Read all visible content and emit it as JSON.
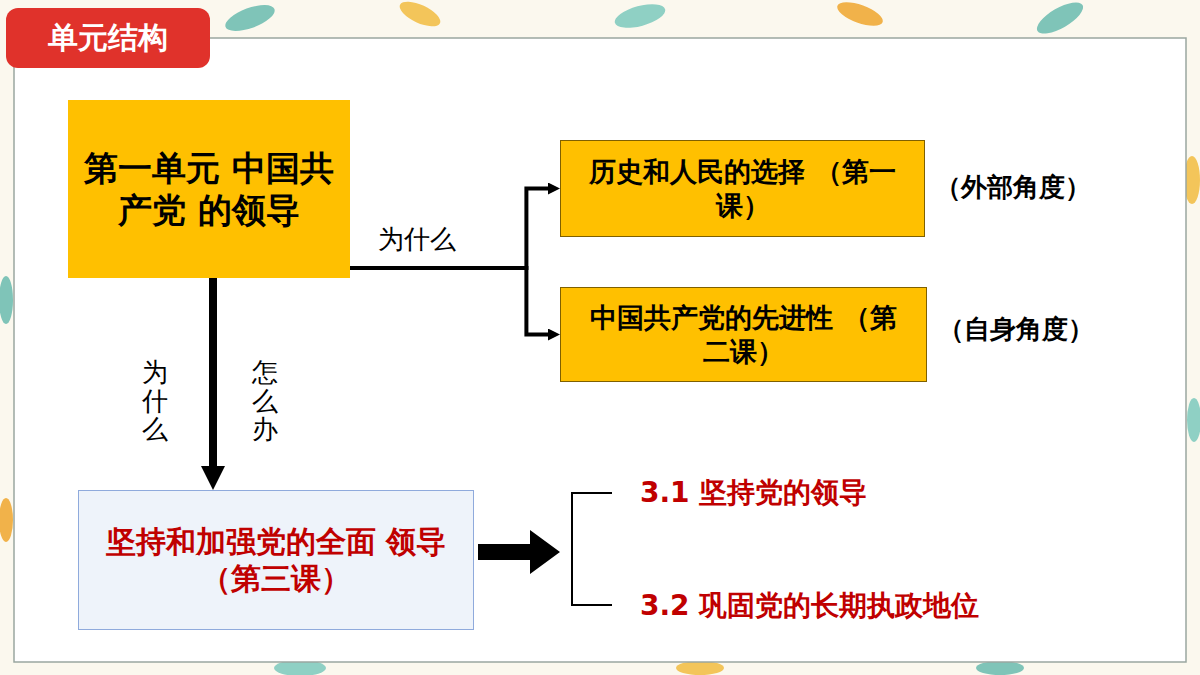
{
  "diagram": {
    "title": "单元结构",
    "nodes": [
      {
        "text": [
          "第一单元 中国共产党 的领导"
        ]
      },
      {
        "text": [
          "历史和人民的选择 （第一课）"
        ]
      },
      {
        "text": [
          "中国共产党的先进性 （第二课）"
        ]
      },
      {
        "text": [
          "坚持和加强党的全面 领导（第三课）"
        ]
      }
    ],
    "edges": [
      {
        "from": 0,
        "to": 1,
        "arrow": "to",
        "label": "为什么"
      },
      {
        "from": 0,
        "to": 2,
        "arrow": "to"
      },
      {
        "from": 0,
        "to": 3,
        "arrow": "to",
        "label": "为什么"
      }
    ],
    "labels": [
      "（外部角度）",
      "（自身角度）",
      "怎么办",
      "3.1 坚持党的领导",
      "3.2 巩固党的长期执政地位"
    ]
  }
}
